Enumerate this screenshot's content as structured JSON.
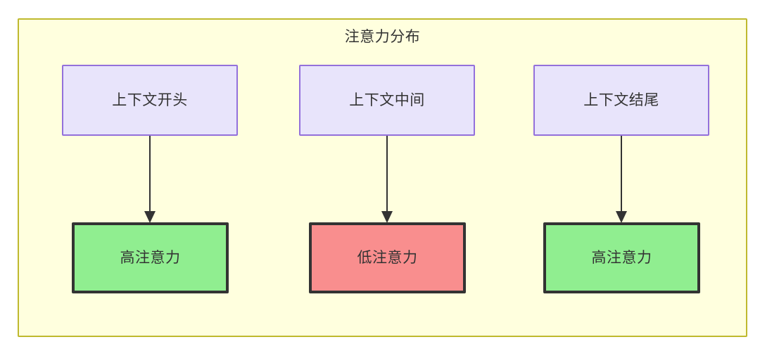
{
  "diagram": {
    "type": "flowchart",
    "title": "注意力分布",
    "container": {
      "label": "注意力分布",
      "fill_color": "#ffffde",
      "border_color": "#bfb92e"
    },
    "nodes": [
      {
        "id": "ctx-start",
        "label": "上下文开头",
        "group": "context",
        "fill_color": "#e8e4fb",
        "border_color": "#9370db"
      },
      {
        "id": "ctx-middle",
        "label": "上下文中间",
        "group": "context",
        "fill_color": "#e8e4fb",
        "border_color": "#9370db"
      },
      {
        "id": "ctx-end",
        "label": "上下文结尾",
        "group": "context",
        "fill_color": "#e8e4fb",
        "border_color": "#9370db"
      },
      {
        "id": "attn-high-left",
        "label": "高注意力",
        "group": "attention",
        "fill_color": "#90ee90",
        "border_color": "#333333"
      },
      {
        "id": "attn-low-middle",
        "label": "低注意力",
        "group": "attention",
        "fill_color": "#f98e8e",
        "border_color": "#333333"
      },
      {
        "id": "attn-high-right",
        "label": "高注意力",
        "group": "attention",
        "fill_color": "#90ee90",
        "border_color": "#333333"
      }
    ],
    "edges": [
      {
        "from": "ctx-start",
        "to": "attn-high-left",
        "label": ""
      },
      {
        "from": "ctx-middle",
        "to": "attn-low-middle",
        "label": ""
      },
      {
        "from": "ctx-end",
        "to": "attn-high-right",
        "label": ""
      }
    ]
  }
}
